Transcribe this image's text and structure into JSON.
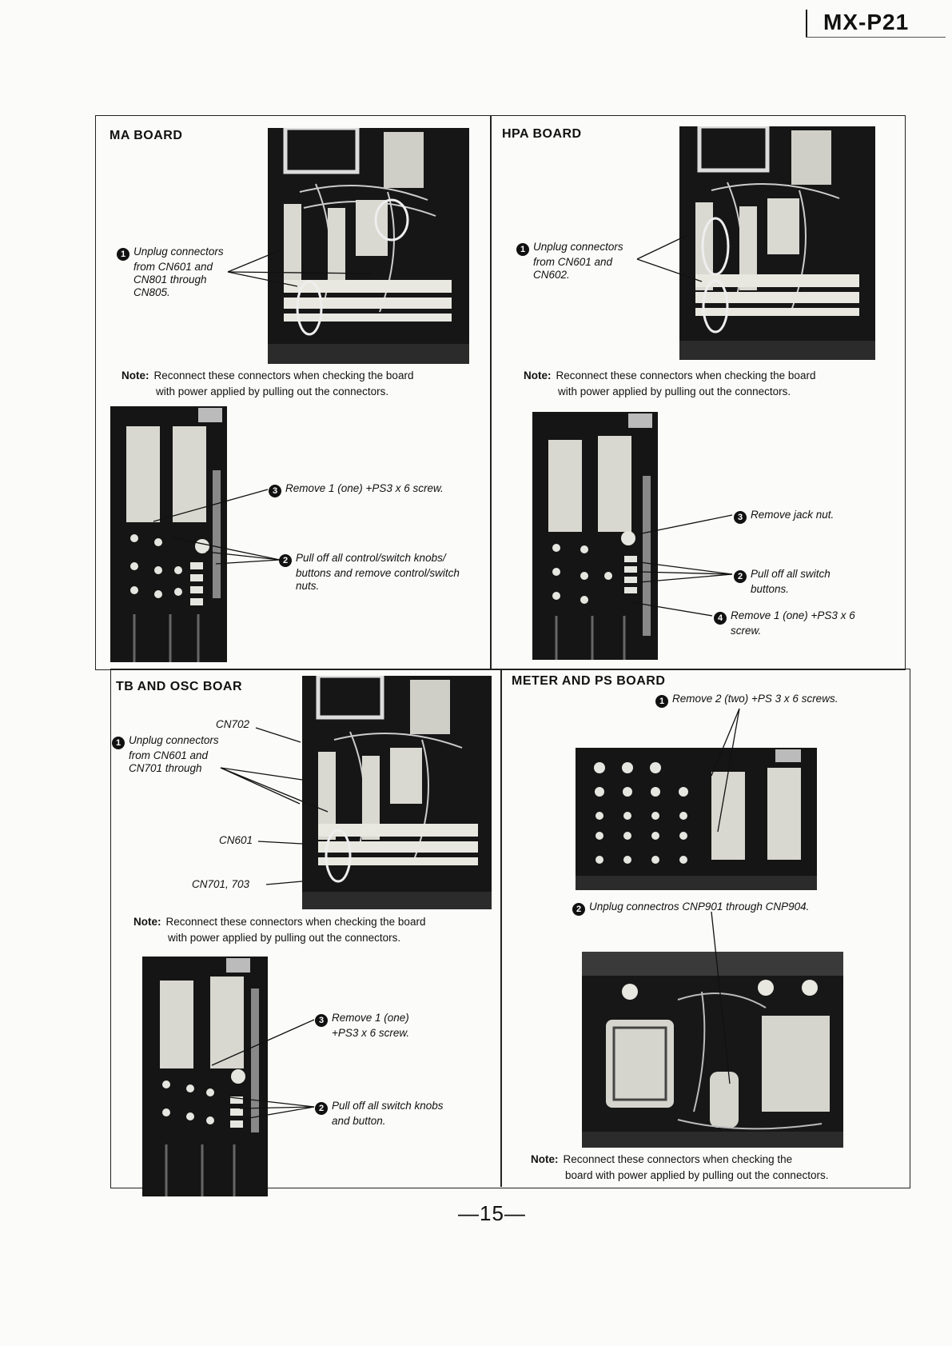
{
  "header": {
    "model": "MX-P21"
  },
  "panels": {
    "ma": {
      "title": "MA BOARD",
      "step1": {
        "num": "1",
        "lines": [
          "Unplug connectors",
          "from CN601 and",
          "CN801 through",
          "CN805."
        ]
      },
      "note": {
        "label": "Note:",
        "line1": "Reconnect these connectors when checking the board",
        "line2": "with power applied by pulling out the connectors."
      },
      "step3": {
        "num": "3",
        "lines": [
          "Remove 1 (one) +PS3 x 6 screw."
        ]
      },
      "step2": {
        "num": "2",
        "lines": [
          "Pull off all control/switch knobs/",
          "buttons and remove control/switch",
          "nuts."
        ]
      }
    },
    "hpa": {
      "title": "HPA BOARD",
      "step1": {
        "num": "1",
        "lines": [
          "Unplug connectors",
          "from CN601 and",
          "CN602."
        ]
      },
      "note": {
        "label": "Note:",
        "line1": "Reconnect these connectors when checking the board",
        "line2": "with power applied by pulling out the connectors."
      },
      "step3": {
        "num": "3",
        "lines": [
          "Remove jack nut."
        ]
      },
      "step2": {
        "num": "2",
        "lines": [
          "Pull off all switch",
          "buttons."
        ]
      },
      "step4": {
        "num": "4",
        "lines": [
          "Remove 1 (one) +PS3 x 6",
          "screw."
        ]
      }
    },
    "tb": {
      "title": "TB AND OSC BOAR",
      "step1": {
        "num": "1",
        "lines": [
          "Unplug connectors",
          "from CN601 and",
          "CN701 through"
        ]
      },
      "labels": {
        "cn702": "CN702",
        "cn601": "CN601",
        "cn701": "CN701, 703"
      },
      "note": {
        "label": "Note:",
        "line1": "Reconnect these connectors when checking the board",
        "line2": "with power applied by pulling out the connectors."
      },
      "step3": {
        "num": "3",
        "lines": [
          "Remove 1 (one)",
          "+PS3 x 6 screw."
        ]
      },
      "step2": {
        "num": "2",
        "lines": [
          "Pull off all switch knobs",
          "and button."
        ]
      }
    },
    "meter": {
      "title": "METER AND PS BOARD",
      "step1": {
        "num": "1",
        "lines": [
          "Remove 2 (two) +PS 3 x 6 screws."
        ]
      },
      "step2": {
        "num": "2",
        "lines": [
          "Unplug connectros CNP901 through CNP904."
        ]
      },
      "note": {
        "label": "Note:",
        "line1": "Reconnect these connectors when checking the",
        "line2": "board with power applied by pulling out the connectors."
      }
    }
  },
  "footer": {
    "page": "—15—"
  },
  "colors": {
    "ink": "#111111",
    "paper": "#fbfbf9",
    "photo_dark": "#161616",
    "photo_light": "#d9d9d2"
  }
}
